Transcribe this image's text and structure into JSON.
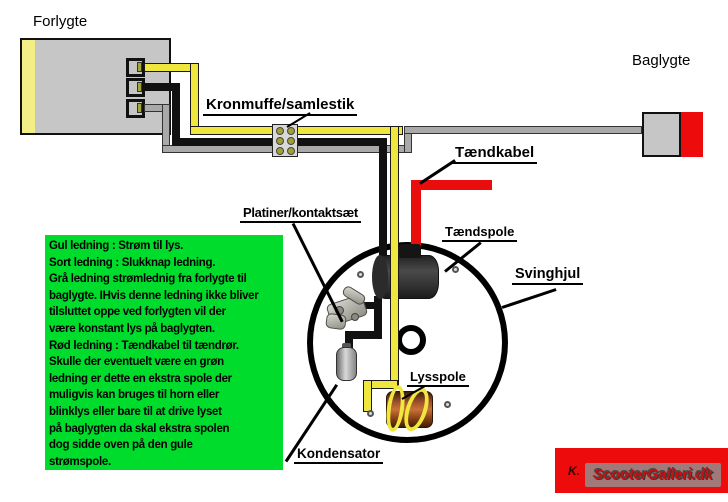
{
  "diagram": {
    "labels": {
      "headlight": "Forlygte",
      "taillight": "Baglygte",
      "terminal_block": "Kronmuffe/samlestik",
      "ignition_cable": "Tændkabel",
      "ignition_coil": "Tændspole",
      "flywheel": "Svinghjul",
      "points": "Platiner/kontaktsæt",
      "light_coil": "Lysspole",
      "capacitor": "Kondensator"
    },
    "info_box": {
      "lines": [
        "Gul ledning : Strøm til lys.",
        "Sort ledning : Slukknap ledning.",
        "Grå ledning strømlednig fra forlygte til",
        "baglygte. IHvis denne ledning ikke bliver",
        "tilsluttet oppe ved forlygten vil der",
        "være konstant lys på baglygten.",
        "Rød ledning : Tændkabel til tændrør.",
        "Skulle der eventuelt være en grøn",
        "ledning er dette en ekstra spole der",
        "muligvis kan bruges til horn eller",
        "blinklys eller bare til at drive lyset",
        "på baglygten da skal ekstra spolen",
        "dog sidde oven på den gule",
        "strømspole."
      ]
    },
    "watermark": {
      "initial": "K.",
      "site": "ScooterGalleri.dk"
    },
    "colors": {
      "wire_yellow": "#f0e73e",
      "wire_black": "#111111",
      "wire_gray": "#a9a9a9",
      "wire_red": "#e90d0d",
      "info_green": "#00dc2c",
      "lamp_gray": "#c6c6c6",
      "lamp_yellow": "#f3ef86",
      "accent_red": "#ee0b0b"
    }
  }
}
